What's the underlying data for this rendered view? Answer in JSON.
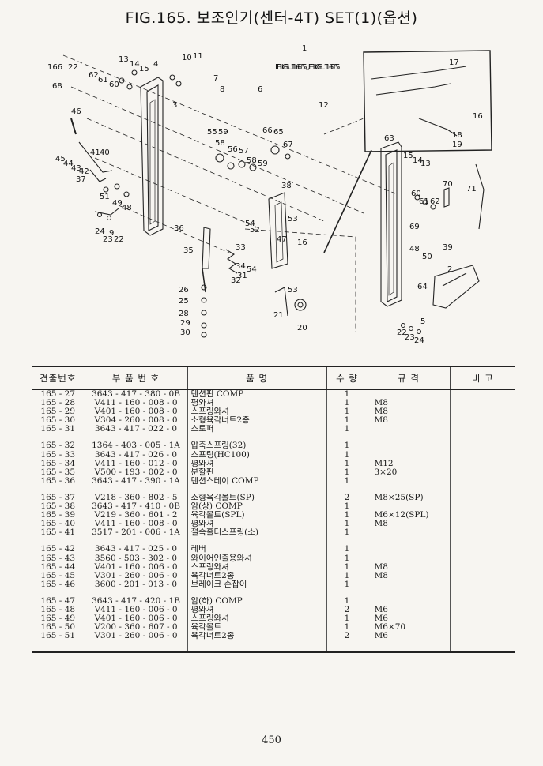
{
  "title": "FIG.165. 보조인기(센터-4T) SET(1)(옵션)",
  "diagram": {
    "ref_label": "FIG.165,FIG.165",
    "callouts": [
      "166",
      "22",
      "13",
      "14",
      "15",
      "4",
      "10",
      "11",
      "1",
      "7",
      "8",
      "6",
      "68",
      "62",
      "61",
      "60",
      "46",
      "12",
      "3",
      "55",
      "59",
      "66",
      "65",
      "67",
      "58",
      "56",
      "57",
      "58",
      "59",
      "63",
      "17",
      "16",
      "18",
      "19",
      "15",
      "14",
      "13",
      "45",
      "44",
      "43",
      "41",
      "40",
      "42",
      "37",
      "51",
      "49",
      "48",
      "38",
      "60",
      "61",
      "62",
      "70",
      "71",
      "9",
      "52",
      "53",
      "54",
      "47",
      "69",
      "24",
      "23",
      "22",
      "36",
      "33",
      "16",
      "35",
      "34",
      "31",
      "54",
      "32",
      "39",
      "48",
      "50",
      "26",
      "25",
      "64",
      "2",
      "28",
      "29",
      "30",
      "53",
      "21",
      "20",
      "5",
      "22",
      "23",
      "24"
    ]
  },
  "table": {
    "headers": [
      "견출번호",
      "부 품 번 호",
      "품  명",
      "수 량",
      "규  격",
      "비 고"
    ],
    "groups": [
      [
        {
          "no": "165 - 27",
          "code": "3643 - 417 - 380 - 0B",
          "name": "텐션핀 COMP",
          "qty": "1",
          "spec": "",
          "note": ""
        },
        {
          "no": "165 - 28",
          "code": "V411 - 160 - 008 - 0",
          "name": "평와셔",
          "qty": "1",
          "spec": "M8",
          "note": ""
        },
        {
          "no": "165 - 29",
          "code": "V401 - 160 - 008 - 0",
          "name": "스프링와셔",
          "qty": "1",
          "spec": "M8",
          "note": ""
        },
        {
          "no": "165 - 30",
          "code": "V304 - 260 - 008 - 0",
          "name": "소형육각너트2종",
          "qty": "1",
          "spec": "M8",
          "note": ""
        },
        {
          "no": "165 - 31",
          "code": "3643 - 417 - 022 - 0",
          "name": "스토퍼",
          "qty": "1",
          "spec": "",
          "note": ""
        }
      ],
      [
        {
          "no": "165 - 32",
          "code": "1364 - 403 - 005 - 1A",
          "name": "압축스프링(32)",
          "qty": "1",
          "spec": "",
          "note": ""
        },
        {
          "no": "165 - 33",
          "code": "3643 - 417 - 026 - 0",
          "name": "스프링(HC100)",
          "qty": "1",
          "spec": "",
          "note": ""
        },
        {
          "no": "165 - 34",
          "code": "V411 - 160 - 012 - 0",
          "name": "평와셔",
          "qty": "1",
          "spec": "M12",
          "note": ""
        },
        {
          "no": "165 - 35",
          "code": "V500 - 193 - 002 - 0",
          "name": "분할핀",
          "qty": "1",
          "spec": "3×20",
          "note": ""
        },
        {
          "no": "165 - 36",
          "code": "3643 - 417 - 390 - 1A",
          "name": "텐션스테이 COMP",
          "qty": "1",
          "spec": "",
          "note": ""
        }
      ],
      [
        {
          "no": "165 - 37",
          "code": "V218 - 360 - 802 - 5",
          "name": "소형육각볼트(SP)",
          "qty": "2",
          "spec": "M8×25(SP)",
          "note": ""
        },
        {
          "no": "165 - 38",
          "code": "3643 - 417 - 410 - 0B",
          "name": "암(상) COMP",
          "qty": "1",
          "spec": "",
          "note": ""
        },
        {
          "no": "165 - 39",
          "code": "V219 - 360 - 601 - 2",
          "name": "육각볼트(SPL)",
          "qty": "1",
          "spec": "M6×12(SPL)",
          "note": ""
        },
        {
          "no": "165 - 40",
          "code": "V411 - 160 - 008 - 0",
          "name": "평와셔",
          "qty": "1",
          "spec": "M8",
          "note": ""
        },
        {
          "no": "165 - 41",
          "code": "3517 - 201 - 006 - 1A",
          "name": "절속홀더스프링(소)",
          "qty": "1",
          "spec": "",
          "note": ""
        }
      ],
      [
        {
          "no": "165 - 42",
          "code": "3643 - 417 - 025 - 0",
          "name": "레버",
          "qty": "1",
          "spec": "",
          "note": ""
        },
        {
          "no": "165 - 43",
          "code": "3560 - 503 - 302 - 0",
          "name": "와이어인출용와셔",
          "qty": "1",
          "spec": "",
          "note": ""
        },
        {
          "no": "165 - 44",
          "code": "V401 - 160 - 006 - 0",
          "name": "스프링와셔",
          "qty": "1",
          "spec": "M8",
          "note": ""
        },
        {
          "no": "165 - 45",
          "code": "V301 - 260 - 006 - 0",
          "name": "육각너트2종",
          "qty": "1",
          "spec": "M8",
          "note": ""
        },
        {
          "no": "165 - 46",
          "code": "3600 - 201 - 013 - 0",
          "name": "브레이크 손잡이",
          "qty": "1",
          "spec": "",
          "note": ""
        }
      ],
      [
        {
          "no": "165 - 47",
          "code": "3643 - 417 - 420 - 1B",
          "name": "암(하) COMP",
          "qty": "1",
          "spec": "",
          "note": ""
        },
        {
          "no": "165 - 48",
          "code": "V411 - 160 - 006 - 0",
          "name": "평와셔",
          "qty": "2",
          "spec": "M6",
          "note": ""
        },
        {
          "no": "165 - 49",
          "code": "V401 - 160 - 006 - 0",
          "name": "스프링와셔",
          "qty": "1",
          "spec": "M6",
          "note": ""
        },
        {
          "no": "165 - 50",
          "code": "V200 - 360 - 607 - 0",
          "name": "육각볼트",
          "qty": "1",
          "spec": "M6×70",
          "note": ""
        },
        {
          "no": "165 - 51",
          "code": "V301 - 260 - 006 - 0",
          "name": "육각너트2종",
          "qty": "2",
          "spec": "M6",
          "note": ""
        }
      ]
    ]
  },
  "page_number": "450"
}
